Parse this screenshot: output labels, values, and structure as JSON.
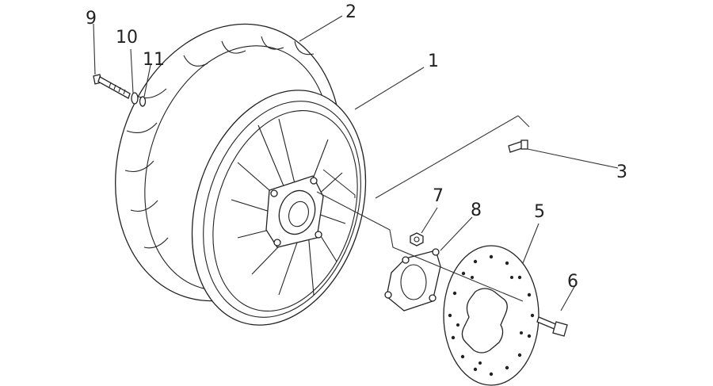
{
  "diagram": {
    "callouts": [
      {
        "number": "1"
      },
      {
        "number": "2"
      },
      {
        "number": "3"
      },
      {
        "number": "5"
      },
      {
        "number": "6"
      },
      {
        "number": "7"
      },
      {
        "number": "8"
      },
      {
        "number": "9"
      },
      {
        "number": "10"
      },
      {
        "number": "11"
      }
    ]
  }
}
